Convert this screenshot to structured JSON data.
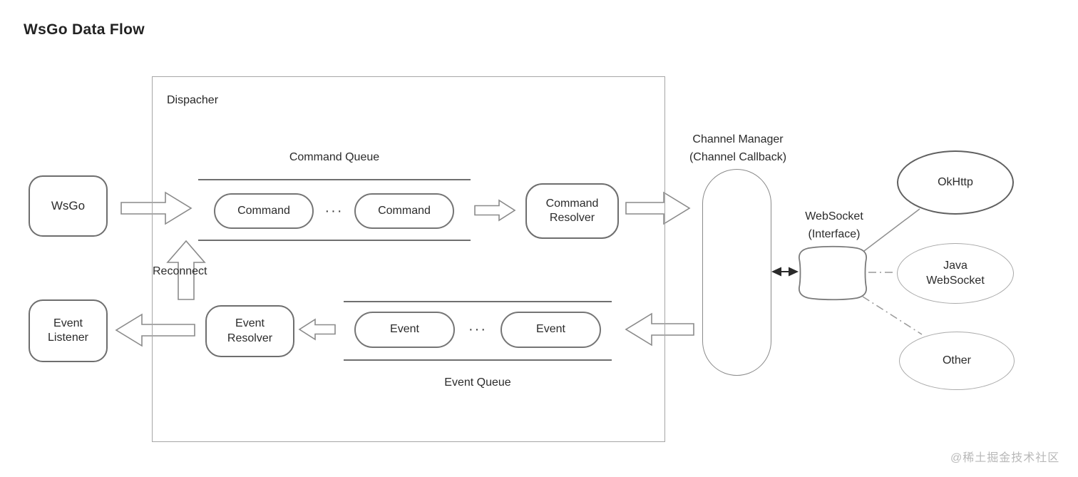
{
  "title": "WsGo Data Flow",
  "watermark": "@稀土掘金技术社区",
  "colors": {
    "background": "#ffffff",
    "node_border": "#6e6e6e",
    "container_border": "#a6a6a6",
    "arrow_outline": "#8a8a8a",
    "connector": "#8f8f8f",
    "text": "#2b2b2b",
    "watermark": "#b8b8b8"
  },
  "dispatcher": {
    "label": "Dispacher"
  },
  "command_queue": {
    "title": "Command Queue",
    "items": [
      "Command",
      "Command"
    ],
    "ellipsis": "···"
  },
  "event_queue": {
    "title": "Event Queue",
    "items": [
      "Event",
      "Event"
    ],
    "ellipsis": "···"
  },
  "nodes": {
    "wsgo": {
      "label": "WsGo"
    },
    "command_resolver": {
      "label": "Command Resolver"
    },
    "reconnect": {
      "label": "Reconnect"
    },
    "event_listener": {
      "label": "Event Listener"
    },
    "event_resolver": {
      "label": "Event Resolver"
    },
    "channel_manager": {
      "line1": "Channel Manager",
      "line2": "(Channel Callback)"
    },
    "websocket": {
      "line1": "WebSocket",
      "line2": "(Interface)"
    },
    "okhttp": {
      "label": "OkHttp"
    },
    "java_websocket": {
      "label": "Java WebSocket"
    },
    "other": {
      "label": "Other"
    }
  }
}
